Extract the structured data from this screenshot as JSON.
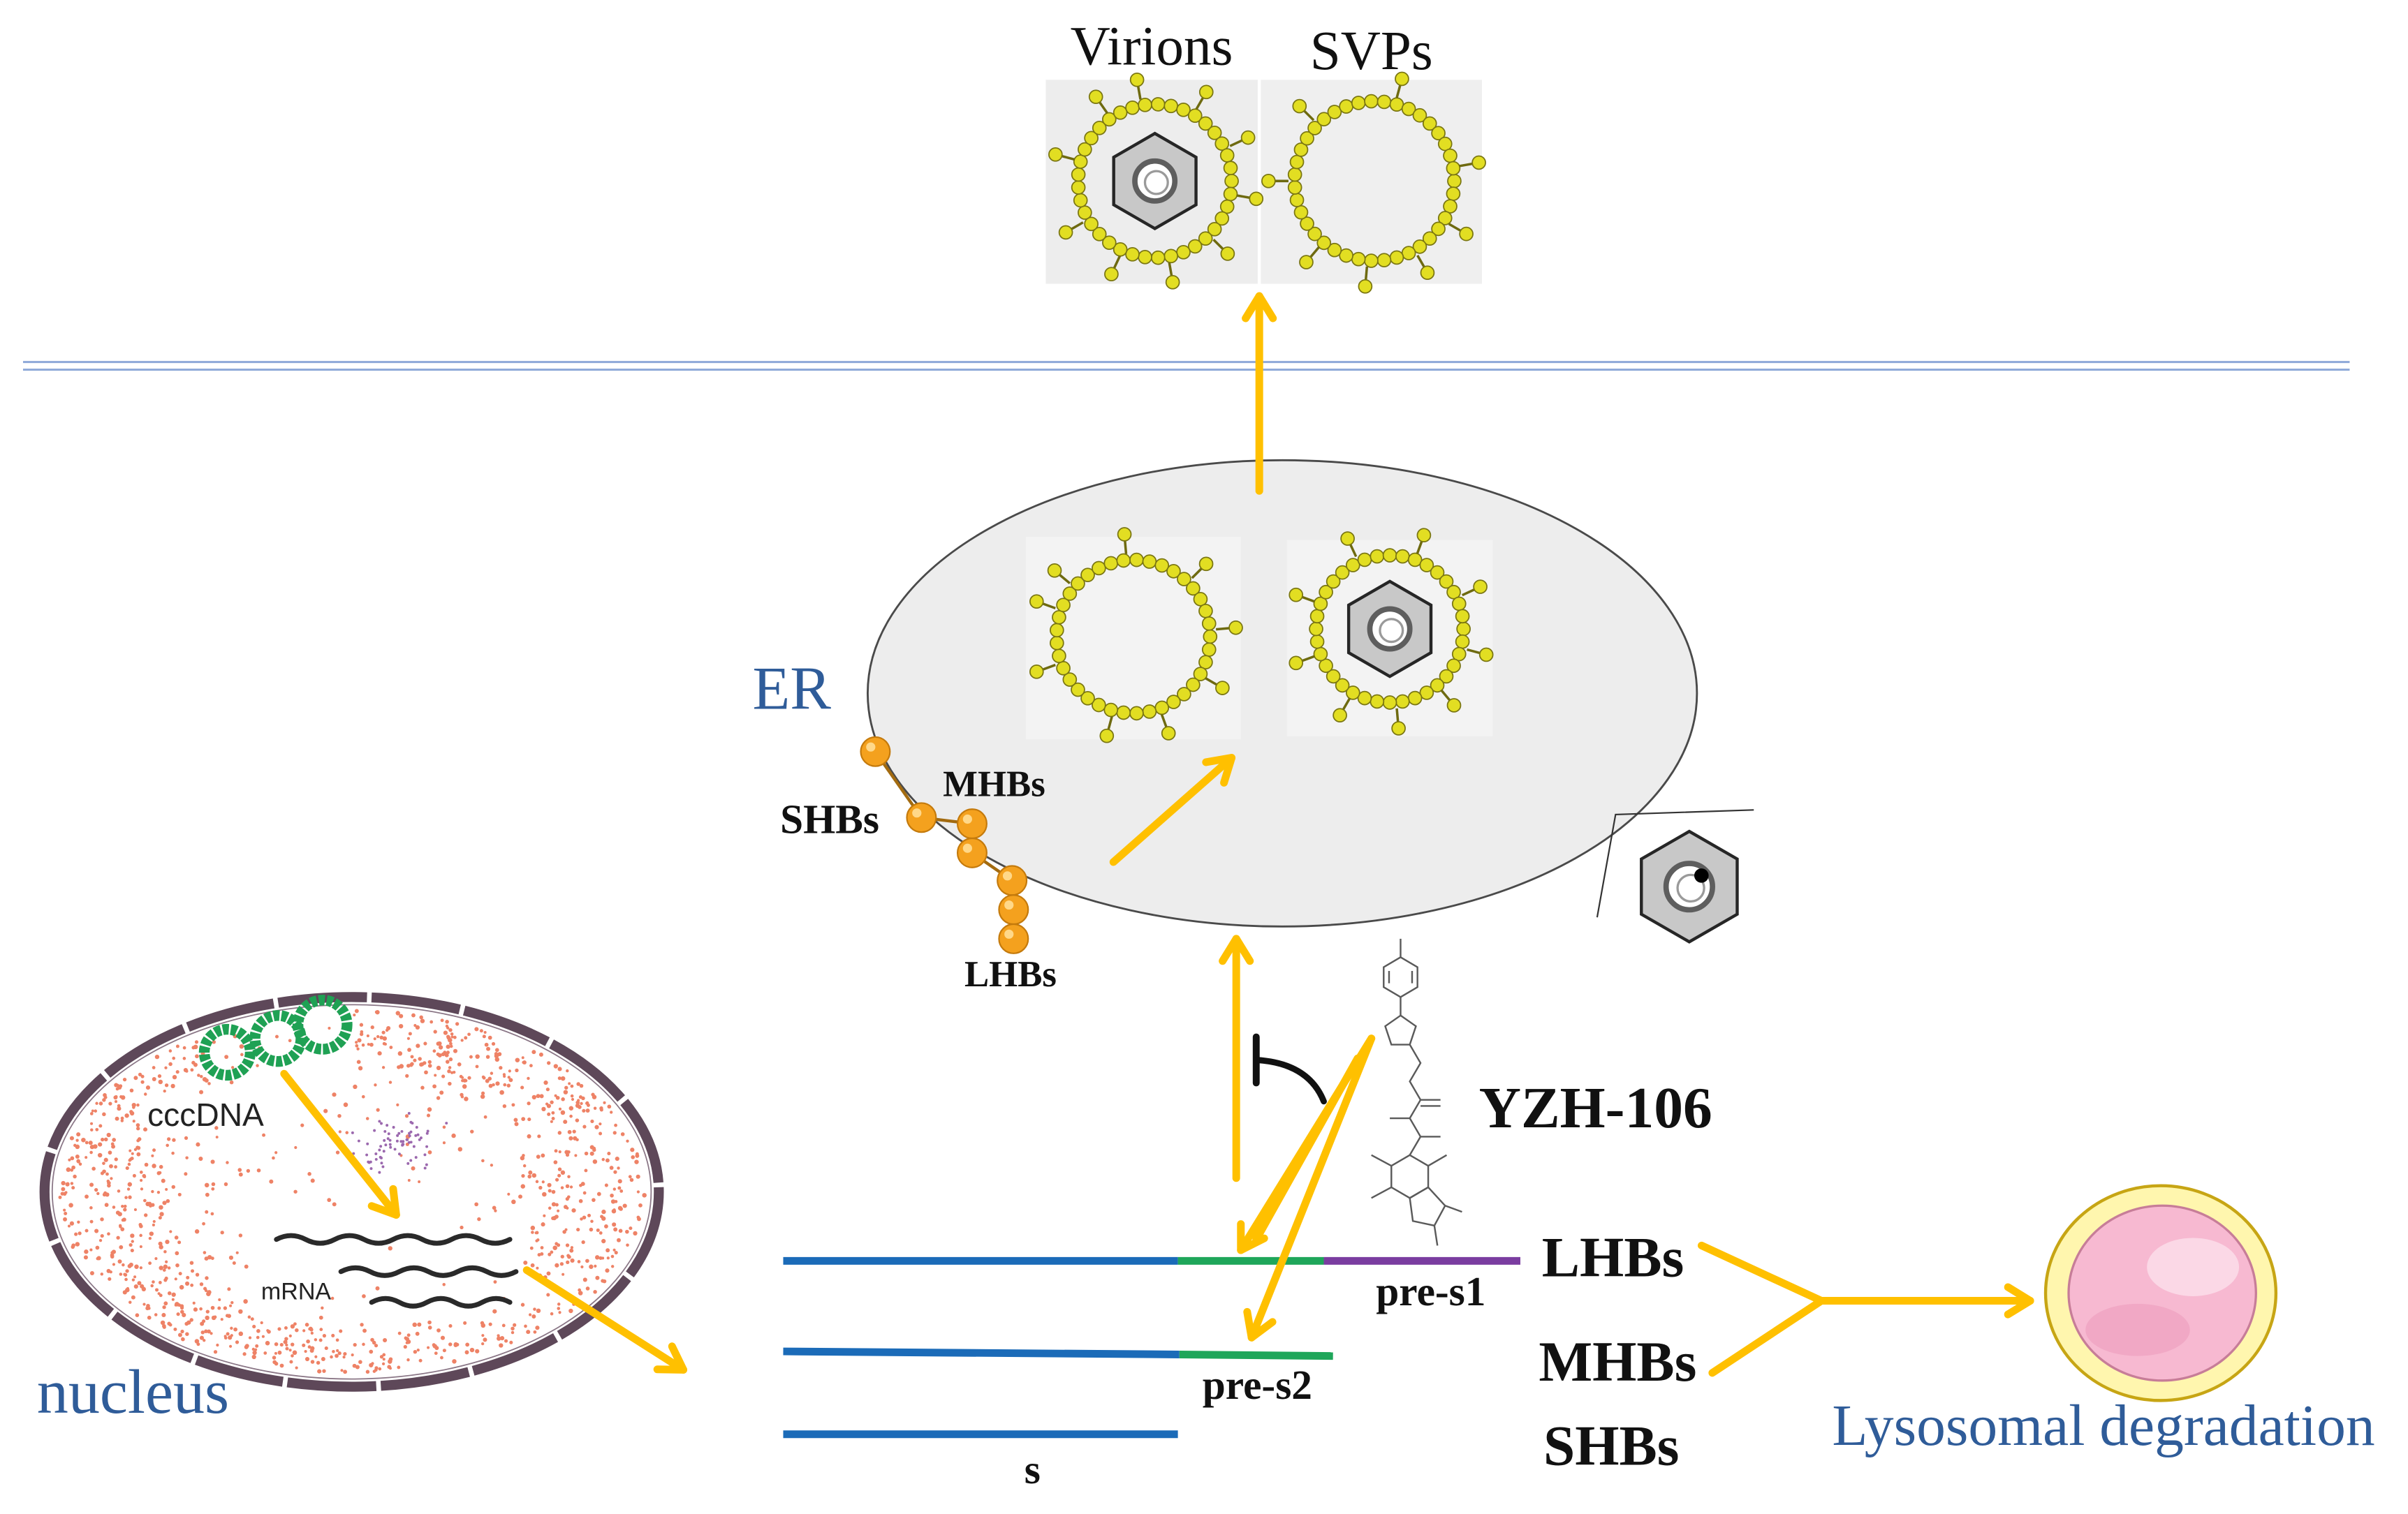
{
  "top": {
    "virions_label": "Virions",
    "svps_label": "SVPs"
  },
  "er": {
    "label": "ER",
    "chain_labels": {
      "shbs": "SHBs",
      "mhbs": "MHBs",
      "lhbs": "LHBs"
    }
  },
  "nucleus": {
    "label": "nucleus",
    "cccdna_label": "cccDNA",
    "mrna_label": "mRNA"
  },
  "drug": {
    "name": "YZH-106"
  },
  "genes": {
    "pre_s1_label": "pre-s1",
    "pre_s2_label": "pre-s2",
    "s_label": "s",
    "protein_labels": [
      "LHBs",
      "MHBs",
      "SHBs"
    ]
  },
  "lysosome": {
    "label": "Lysosomal degradation"
  },
  "colors": {
    "arrow": "#FFC000",
    "label_blue": "#2F5C99",
    "gene_s": "#1B6BB8",
    "gene_pre_s2": "#1FA65A",
    "gene_pre_s1": "#7A3DA0",
    "particle_bead": "#E2DE22",
    "hbs_bead": "#F4A11E",
    "cccdna": "#1FA154",
    "stipple": "#EE8266",
    "er_fill": "#EDEDED",
    "lysosome_outer": "#FFF6AE",
    "lysosome_inner": "#F7B9D1"
  }
}
